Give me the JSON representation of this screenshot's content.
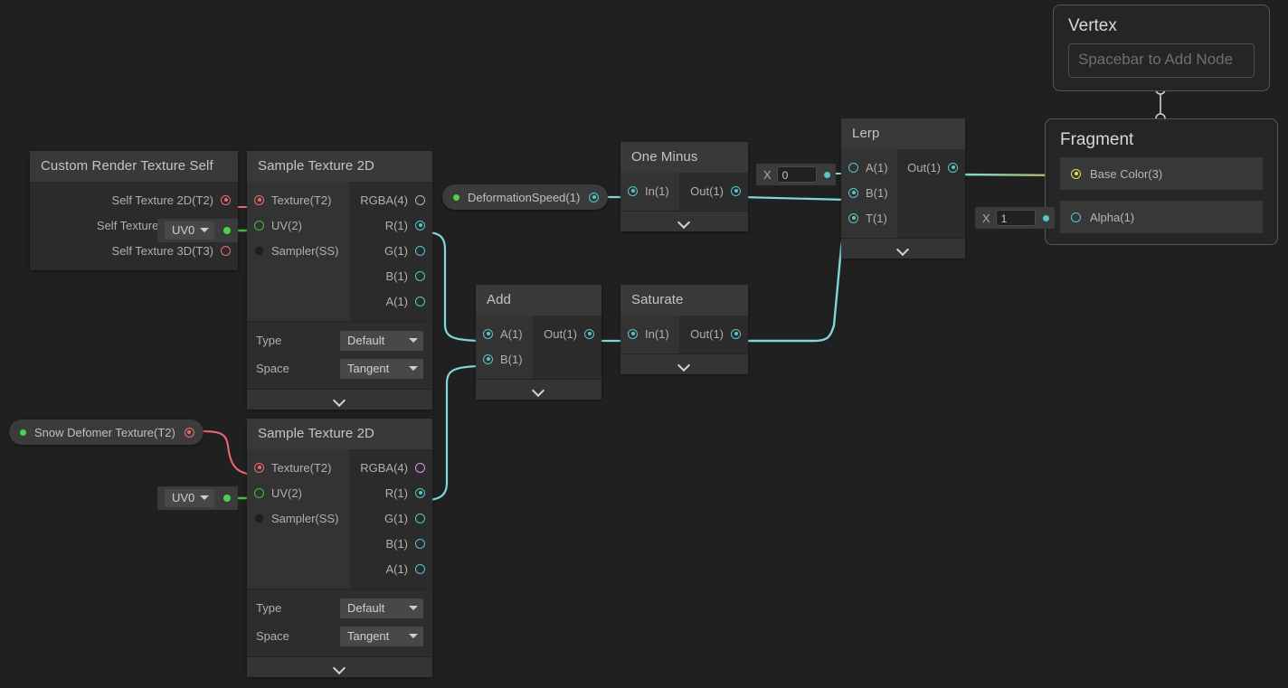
{
  "canvas": {
    "background": "#202020",
    "wire_color": "#7fd8d8",
    "wire_color_texture": "#ef6a6f",
    "wire_color_uv": "#3ec13e",
    "wire_color_basecolor": "#e3e05b"
  },
  "nodes": {
    "custom_render_texture_self": {
      "title": "Custom Render Texture Self",
      "outputs": [
        {
          "label": "Self Texture 2D(T2)",
          "type": "texture"
        },
        {
          "label": "Self Texture Cube(TC)",
          "type": "texture"
        },
        {
          "label": "Self Texture 3D(T3)",
          "type": "texture"
        }
      ]
    },
    "sample_texture_2d_top": {
      "title": "Sample Texture 2D",
      "inputs": [
        {
          "label": "Texture(T2)",
          "type": "texture"
        },
        {
          "label": "UV(2)",
          "type": "uv"
        },
        {
          "label": "Sampler(SS)",
          "type": "sampler"
        }
      ],
      "outputs": [
        {
          "label": "RGBA(4)",
          "type": "vector4"
        },
        {
          "label": "R(1)",
          "type": "float"
        },
        {
          "label": "G(1)",
          "type": "float"
        },
        {
          "label": "B(1)",
          "type": "float"
        },
        {
          "label": "A(1)",
          "type": "float"
        }
      ],
      "settings": [
        {
          "name": "Type",
          "value": "Default"
        },
        {
          "name": "Space",
          "value": "Tangent"
        }
      ]
    },
    "sample_texture_2d_bottom": {
      "title": "Sample Texture 2D",
      "inputs": [
        {
          "label": "Texture(T2)",
          "type": "texture"
        },
        {
          "label": "UV(2)",
          "type": "uv"
        },
        {
          "label": "Sampler(SS)",
          "type": "sampler"
        }
      ],
      "outputs": [
        {
          "label": "RGBA(4)",
          "type": "vector4"
        },
        {
          "label": "R(1)",
          "type": "float"
        },
        {
          "label": "G(1)",
          "type": "float"
        },
        {
          "label": "B(1)",
          "type": "float"
        },
        {
          "label": "A(1)",
          "type": "float"
        }
      ],
      "settings": [
        {
          "name": "Type",
          "value": "Default"
        },
        {
          "name": "Space",
          "value": "Tangent"
        }
      ]
    },
    "add": {
      "title": "Add",
      "inputs": [
        {
          "label": "A(1)"
        },
        {
          "label": "B(1)"
        }
      ],
      "outputs": [
        {
          "label": "Out(1)"
        }
      ]
    },
    "saturate": {
      "title": "Saturate",
      "inputs": [
        {
          "label": "In(1)"
        }
      ],
      "outputs": [
        {
          "label": "Out(1)"
        }
      ]
    },
    "one_minus": {
      "title": "One Minus",
      "inputs": [
        {
          "label": "In(1)"
        }
      ],
      "outputs": [
        {
          "label": "Out(1)"
        }
      ]
    },
    "lerp": {
      "title": "Lerp",
      "inputs": [
        {
          "label": "A(1)"
        },
        {
          "label": "B(1)"
        },
        {
          "label": "T(1)"
        }
      ],
      "outputs": [
        {
          "label": "Out(1)"
        }
      ]
    }
  },
  "properties": {
    "deformation_speed": {
      "label": "DeformationSpeed(1)"
    },
    "snow_deformer_texture": {
      "label": "Snow Defomer Texture(T2)"
    }
  },
  "inline_values": {
    "lerp_a": {
      "axis": "X",
      "value": "0"
    },
    "alpha": {
      "axis": "X",
      "value": "1"
    }
  },
  "uv_widgets": {
    "top": {
      "value": "UV0"
    },
    "bottom": {
      "value": "UV0"
    }
  },
  "master": {
    "vertex": {
      "title": "Vertex",
      "placeholder": "Spacebar to Add Node"
    },
    "fragment": {
      "title": "Fragment",
      "blocks": [
        {
          "label": "Base Color(3)",
          "type": "vector3"
        },
        {
          "label": "Alpha(1)",
          "type": "float"
        }
      ]
    }
  }
}
